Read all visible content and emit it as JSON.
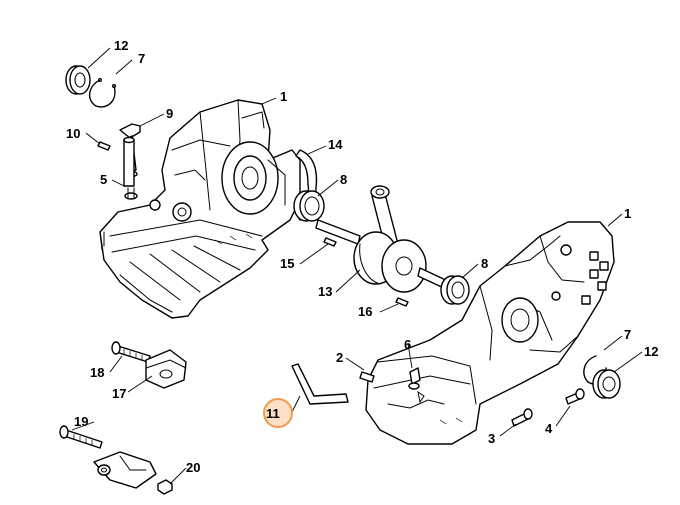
{
  "callouts": [
    {
      "id": "c12a",
      "label": "12"
    },
    {
      "id": "c7a",
      "label": "7"
    },
    {
      "id": "c1a",
      "label": "1"
    },
    {
      "id": "c9",
      "label": "9"
    },
    {
      "id": "c10",
      "label": "10"
    },
    {
      "id": "c14",
      "label": "14"
    },
    {
      "id": "c5",
      "label": "5"
    },
    {
      "id": "c8a",
      "label": "8"
    },
    {
      "id": "c1b",
      "label": "1"
    },
    {
      "id": "c15",
      "label": "15"
    },
    {
      "id": "c8b",
      "label": "8"
    },
    {
      "id": "c13",
      "label": "13"
    },
    {
      "id": "c16",
      "label": "16"
    },
    {
      "id": "c7b",
      "label": "7"
    },
    {
      "id": "c6",
      "label": "6"
    },
    {
      "id": "c2",
      "label": "2"
    },
    {
      "id": "c12b",
      "label": "12"
    },
    {
      "id": "c18",
      "label": "18"
    },
    {
      "id": "c17",
      "label": "17"
    },
    {
      "id": "c11",
      "label": "11"
    },
    {
      "id": "c19",
      "label": "19"
    },
    {
      "id": "c3",
      "label": "3"
    },
    {
      "id": "c4",
      "label": "4"
    },
    {
      "id": "c20",
      "label": "20"
    }
  ],
  "highlight": {
    "label": "11",
    "color": "#f29a4a"
  }
}
